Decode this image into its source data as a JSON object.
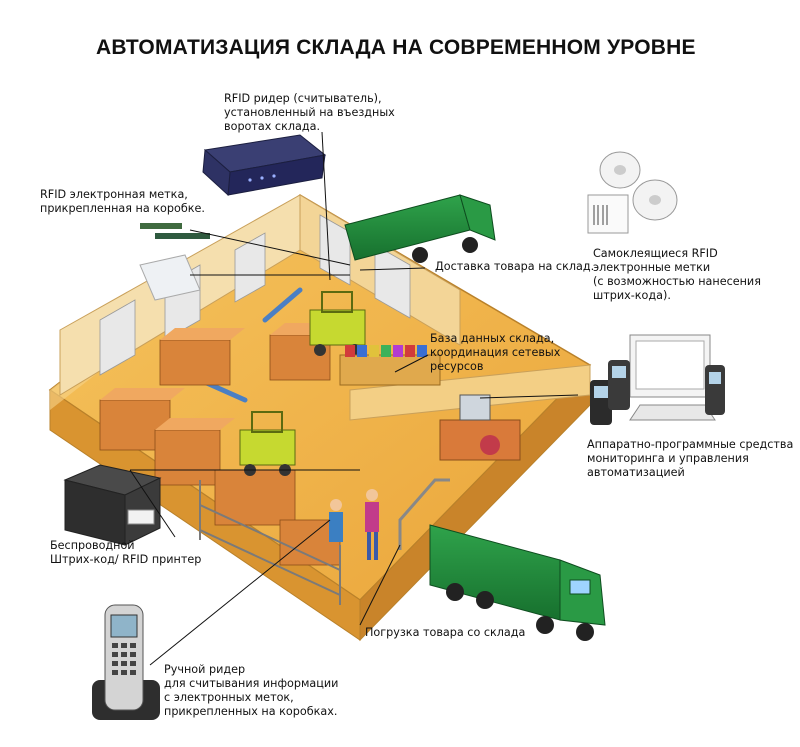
{
  "title": "АВТОМАТИЗАЦИЯ СКЛАДА НА СОВРЕМЕННОМ УРОВНЕ",
  "labels": {
    "rfid_reader": [
      "RFID ридер (считыватель),",
      "установленный на въездных",
      "воротах склада."
    ],
    "rfid_tag_box": [
      "RFID электронная метка,",
      "прикрепленная на коробке."
    ],
    "delivery": [
      "Доставка товара на склад."
    ],
    "self_adhesive": [
      "Самоклеящиеся RFID",
      "электронные метки",
      "(с возможностью нанесения",
      "штрих-кода)."
    ],
    "database": [
      "База данных склада,",
      "координация сетевых",
      "ресурсов"
    ],
    "hardware_software": [
      "Аппаратно-программные средства",
      "мониторинга и управления",
      "автоматизацией"
    ],
    "printer": [
      "Беспроводной",
      "Штрих-код/ RFID принтер"
    ],
    "shipping": [
      "Погрузка товара со склада"
    ],
    "handheld": [
      "Ручной ридер",
      "для считывания информации",
      "с электронных меток,",
      "прикрепленных на коробках."
    ]
  },
  "colors": {
    "floor": "#f2b84a",
    "wall": "#f7d48a",
    "truck_green": "#1f8a3a",
    "box": "#d9843a",
    "forklift": "#c6d930",
    "line": "#111111"
  },
  "icons": [
    "rfid-reader-icon",
    "rfid-tag-icon",
    "label-roll-icon",
    "printer-icon",
    "handheld-reader-icon",
    "computer-icon",
    "truck-icon",
    "forklift-icon",
    "box-stack-icon",
    "worker-icon"
  ]
}
